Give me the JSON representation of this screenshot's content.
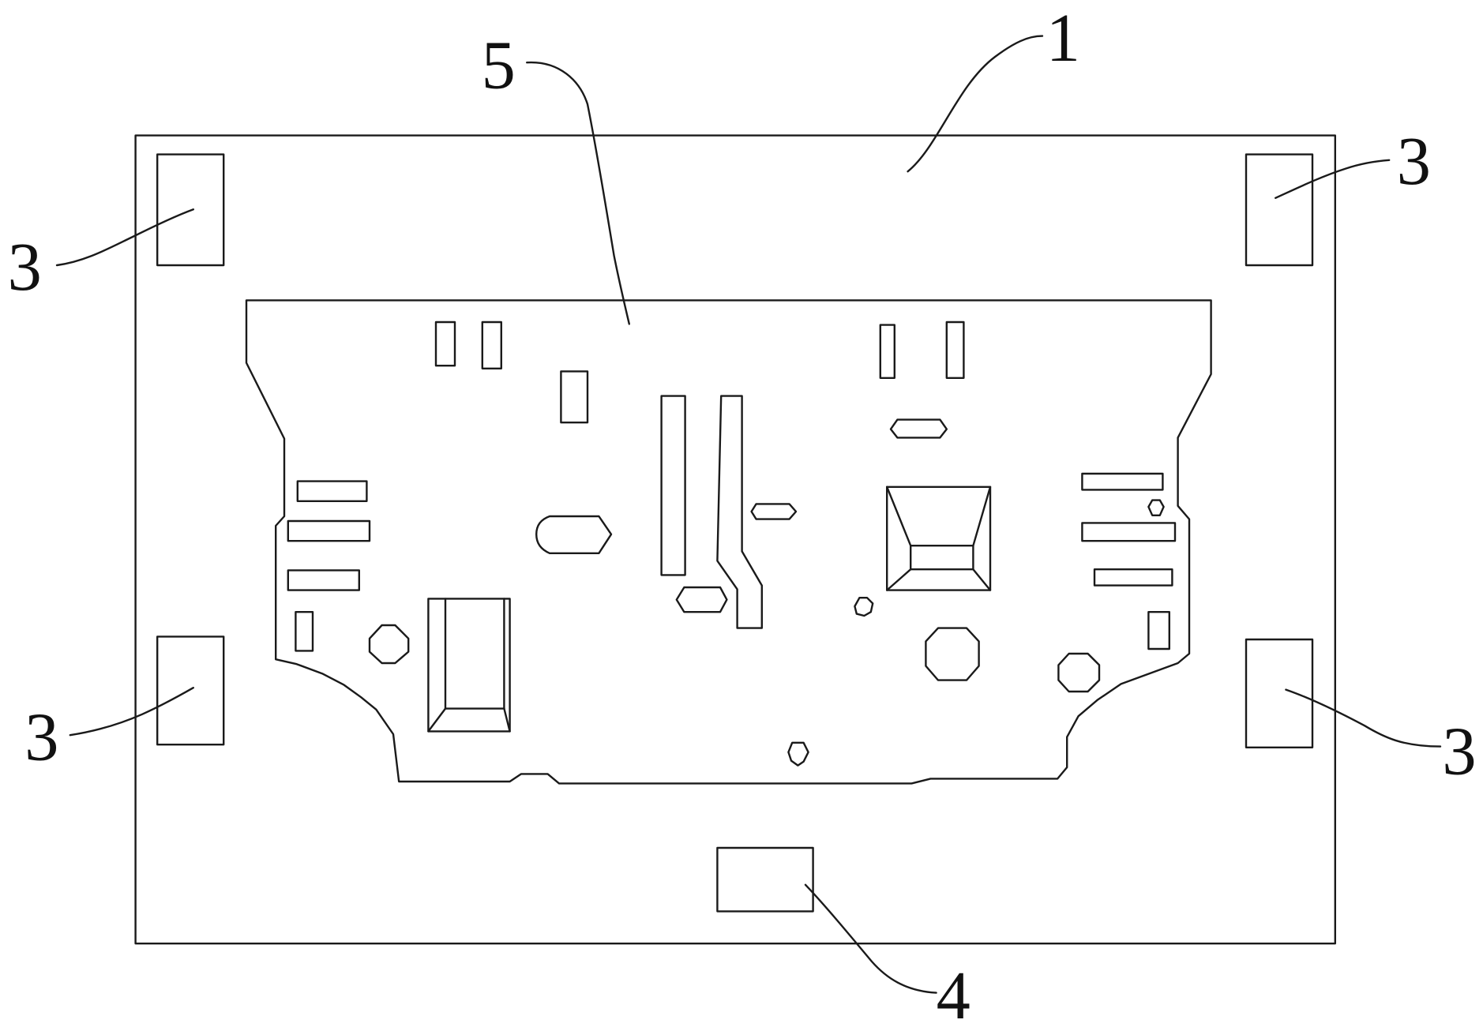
{
  "labels": {
    "base_plate": "1",
    "corner_top_left": "3",
    "corner_top_right": "3",
    "corner_bottom_left": "3",
    "corner_bottom_right": "3",
    "bottom_block": "4",
    "board_outline": "5"
  }
}
